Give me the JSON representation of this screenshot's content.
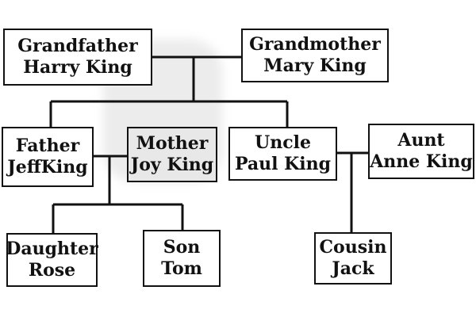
{
  "diagram": {
    "nodes": {
      "grandfather": {
        "role": "Grandfather",
        "name": "Harry King"
      },
      "grandmother": {
        "role": "Grandmother",
        "name": "Mary King"
      },
      "father": {
        "role": "Father",
        "name": "JeffKing"
      },
      "mother": {
        "role": "Mother",
        "name": "Joy King"
      },
      "uncle": {
        "role": "Uncle",
        "name": "Paul King"
      },
      "aunt": {
        "role": "Aunt",
        "name": "Anne King"
      },
      "daughter": {
        "role": "Daughter",
        "name": "Rose"
      },
      "son": {
        "role": "Son",
        "name": "Tom"
      },
      "cousin": {
        "role": "Cousin",
        "name": "Jack"
      }
    },
    "colors": {
      "line": "#111111",
      "border": "#111111",
      "shade": "#e8e8e8"
    }
  }
}
